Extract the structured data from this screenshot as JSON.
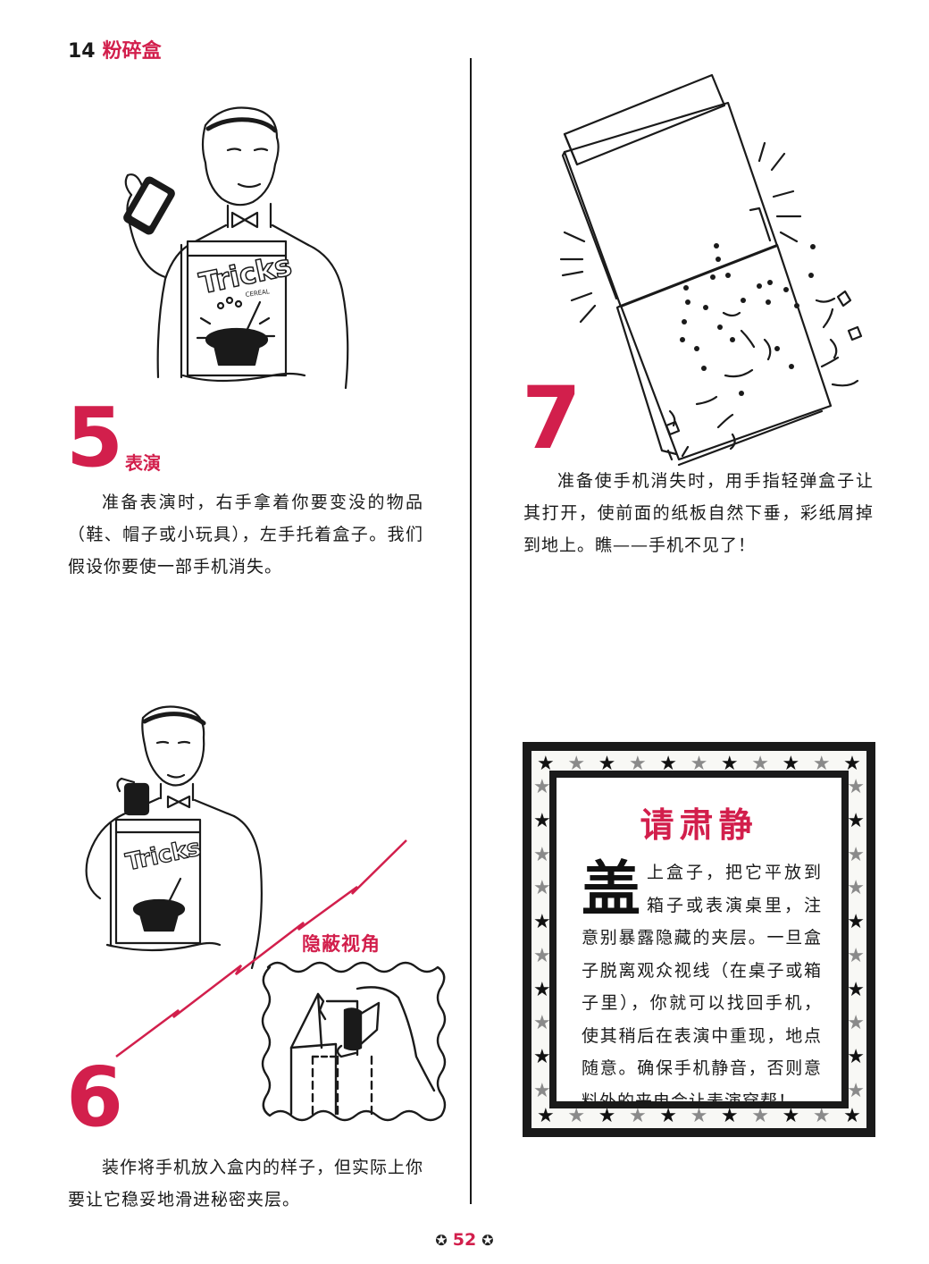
{
  "header": {
    "chapter_number": "14",
    "chapter_title": "粉碎盒"
  },
  "steps": [
    {
      "number": "5",
      "label": "表演",
      "text": "准备表演时，右手拿着你要变没的物品（鞋、帽子或小玩具），左手托着盒子。我们假设你要使一部手机消失。",
      "illustration": "magician-holding-phone-and-tricks-cereal-box"
    },
    {
      "number": "6",
      "label": "",
      "text": "装作将手机放入盒内的样子，但实际上你要让它稳妥地滑进秘密夹层。",
      "illustration": "magician-inserting-phone-into-box",
      "callout": {
        "label": "隐蔽视角",
        "illustration": "hand-sliding-phone-into-hidden-layer"
      }
    },
    {
      "number": "7",
      "label": "",
      "text": "准备使手机消失时，用手指轻弹盒子让其打开，使前面的纸板自然下垂，彩纸屑掉到地上。瞧——手机不见了！",
      "illustration": "box-flap-opening-confetti-falling"
    }
  ],
  "box_art": {
    "brand": "Tricks",
    "sub": "CEREAL"
  },
  "notice": {
    "title": "请肃静",
    "dropcap": "盖",
    "text": "上盒子，把它平放到箱子或表演桌里，注意别暴露隐藏的夹层。一旦盒子脱离观众视线（在桌子或箱子里），你就可以找回手机，使其稍后在表演中重现，地点随意。确保手机静音，否则意料外的来电会让表演穿帮！",
    "star_icon": "★"
  },
  "footer": {
    "page_number": "52",
    "star_icon": "✪"
  },
  "colors": {
    "accent": "#d21f4c",
    "ink": "#1a1a1a",
    "grey_star": "#8a8a8a"
  }
}
